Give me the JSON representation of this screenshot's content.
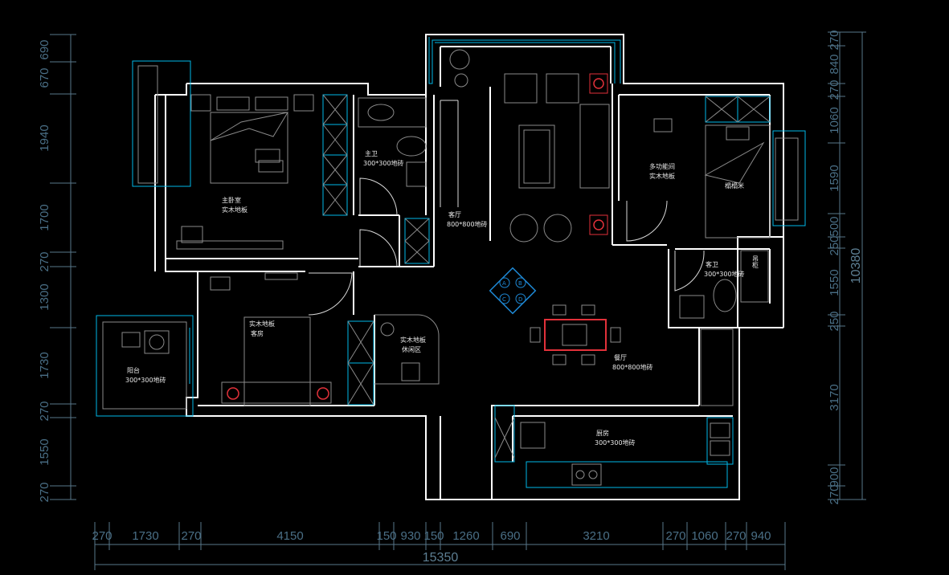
{
  "dimensions": {
    "left": [
      "690",
      "670",
      "1940",
      "1700",
      "270",
      "1300",
      "1730",
      "270",
      "1550",
      "270"
    ],
    "right": [
      "270",
      "840",
      "270",
      "1060",
      "1590",
      "500",
      "250",
      "1550",
      "250",
      "3170",
      "900",
      "270"
    ],
    "right_total": "10380",
    "bottom": [
      "270",
      "1730",
      "270",
      "4150",
      "150",
      "930",
      "150",
      "1260",
      "690",
      "3210",
      "270",
      "1060",
      "270",
      "940"
    ],
    "bottom_total": "15350"
  },
  "rooms": {
    "master_bedroom": {
      "name": "主卧室",
      "floor": "实木地板"
    },
    "master_bath": {
      "name": "主卫",
      "floor": "300*300地砖"
    },
    "living_room": {
      "name": "客厅",
      "floor": "800*800地砖"
    },
    "multi_room": {
      "name": "多功能间",
      "floor": "实木地板"
    },
    "tatami": {
      "name": "榻榻米"
    },
    "guest_bath": {
      "name": "客卫",
      "floor": "300*300地砖"
    },
    "guest_room": {
      "floor": "实木地板",
      "name": "客房"
    },
    "leisure": {
      "floor": "实木地板",
      "name": "休闲区"
    },
    "dining": {
      "name": "餐厅",
      "floor": "800*800地砖"
    },
    "balcony": {
      "name": "阳台",
      "floor": "300*300地砖"
    },
    "kitchen": {
      "name": "厨房",
      "floor": "300*300地砖"
    },
    "cabinet": "吊柜",
    "compass": [
      "A",
      "B",
      "C",
      "D"
    ]
  }
}
